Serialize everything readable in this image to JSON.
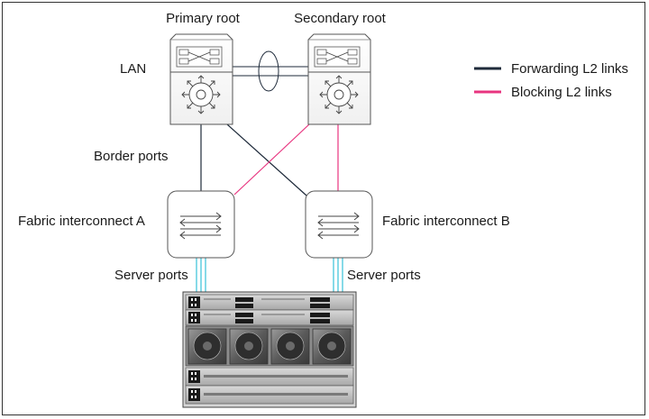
{
  "labels": {
    "primary_root": "Primary root",
    "secondary_root": "Secondary root",
    "lan": "LAN",
    "border_ports": "Border ports",
    "fabric_a": "Fabric interconnect A",
    "fabric_b": "Fabric interconnect B",
    "server_ports_left": "Server ports",
    "server_ports_right": "Server ports"
  },
  "legend": {
    "forwarding": "Forwarding L2 links",
    "blocking": "Blocking L2 links"
  },
  "colors": {
    "forwarding": "#1e2a3a",
    "blocking": "#e8347f",
    "server_link": "#36c0d8"
  },
  "icons": {
    "switch": "multilayer-switch-icon",
    "fabric": "fabric-interconnect-icon",
    "chassis": "server-chassis-icon"
  }
}
